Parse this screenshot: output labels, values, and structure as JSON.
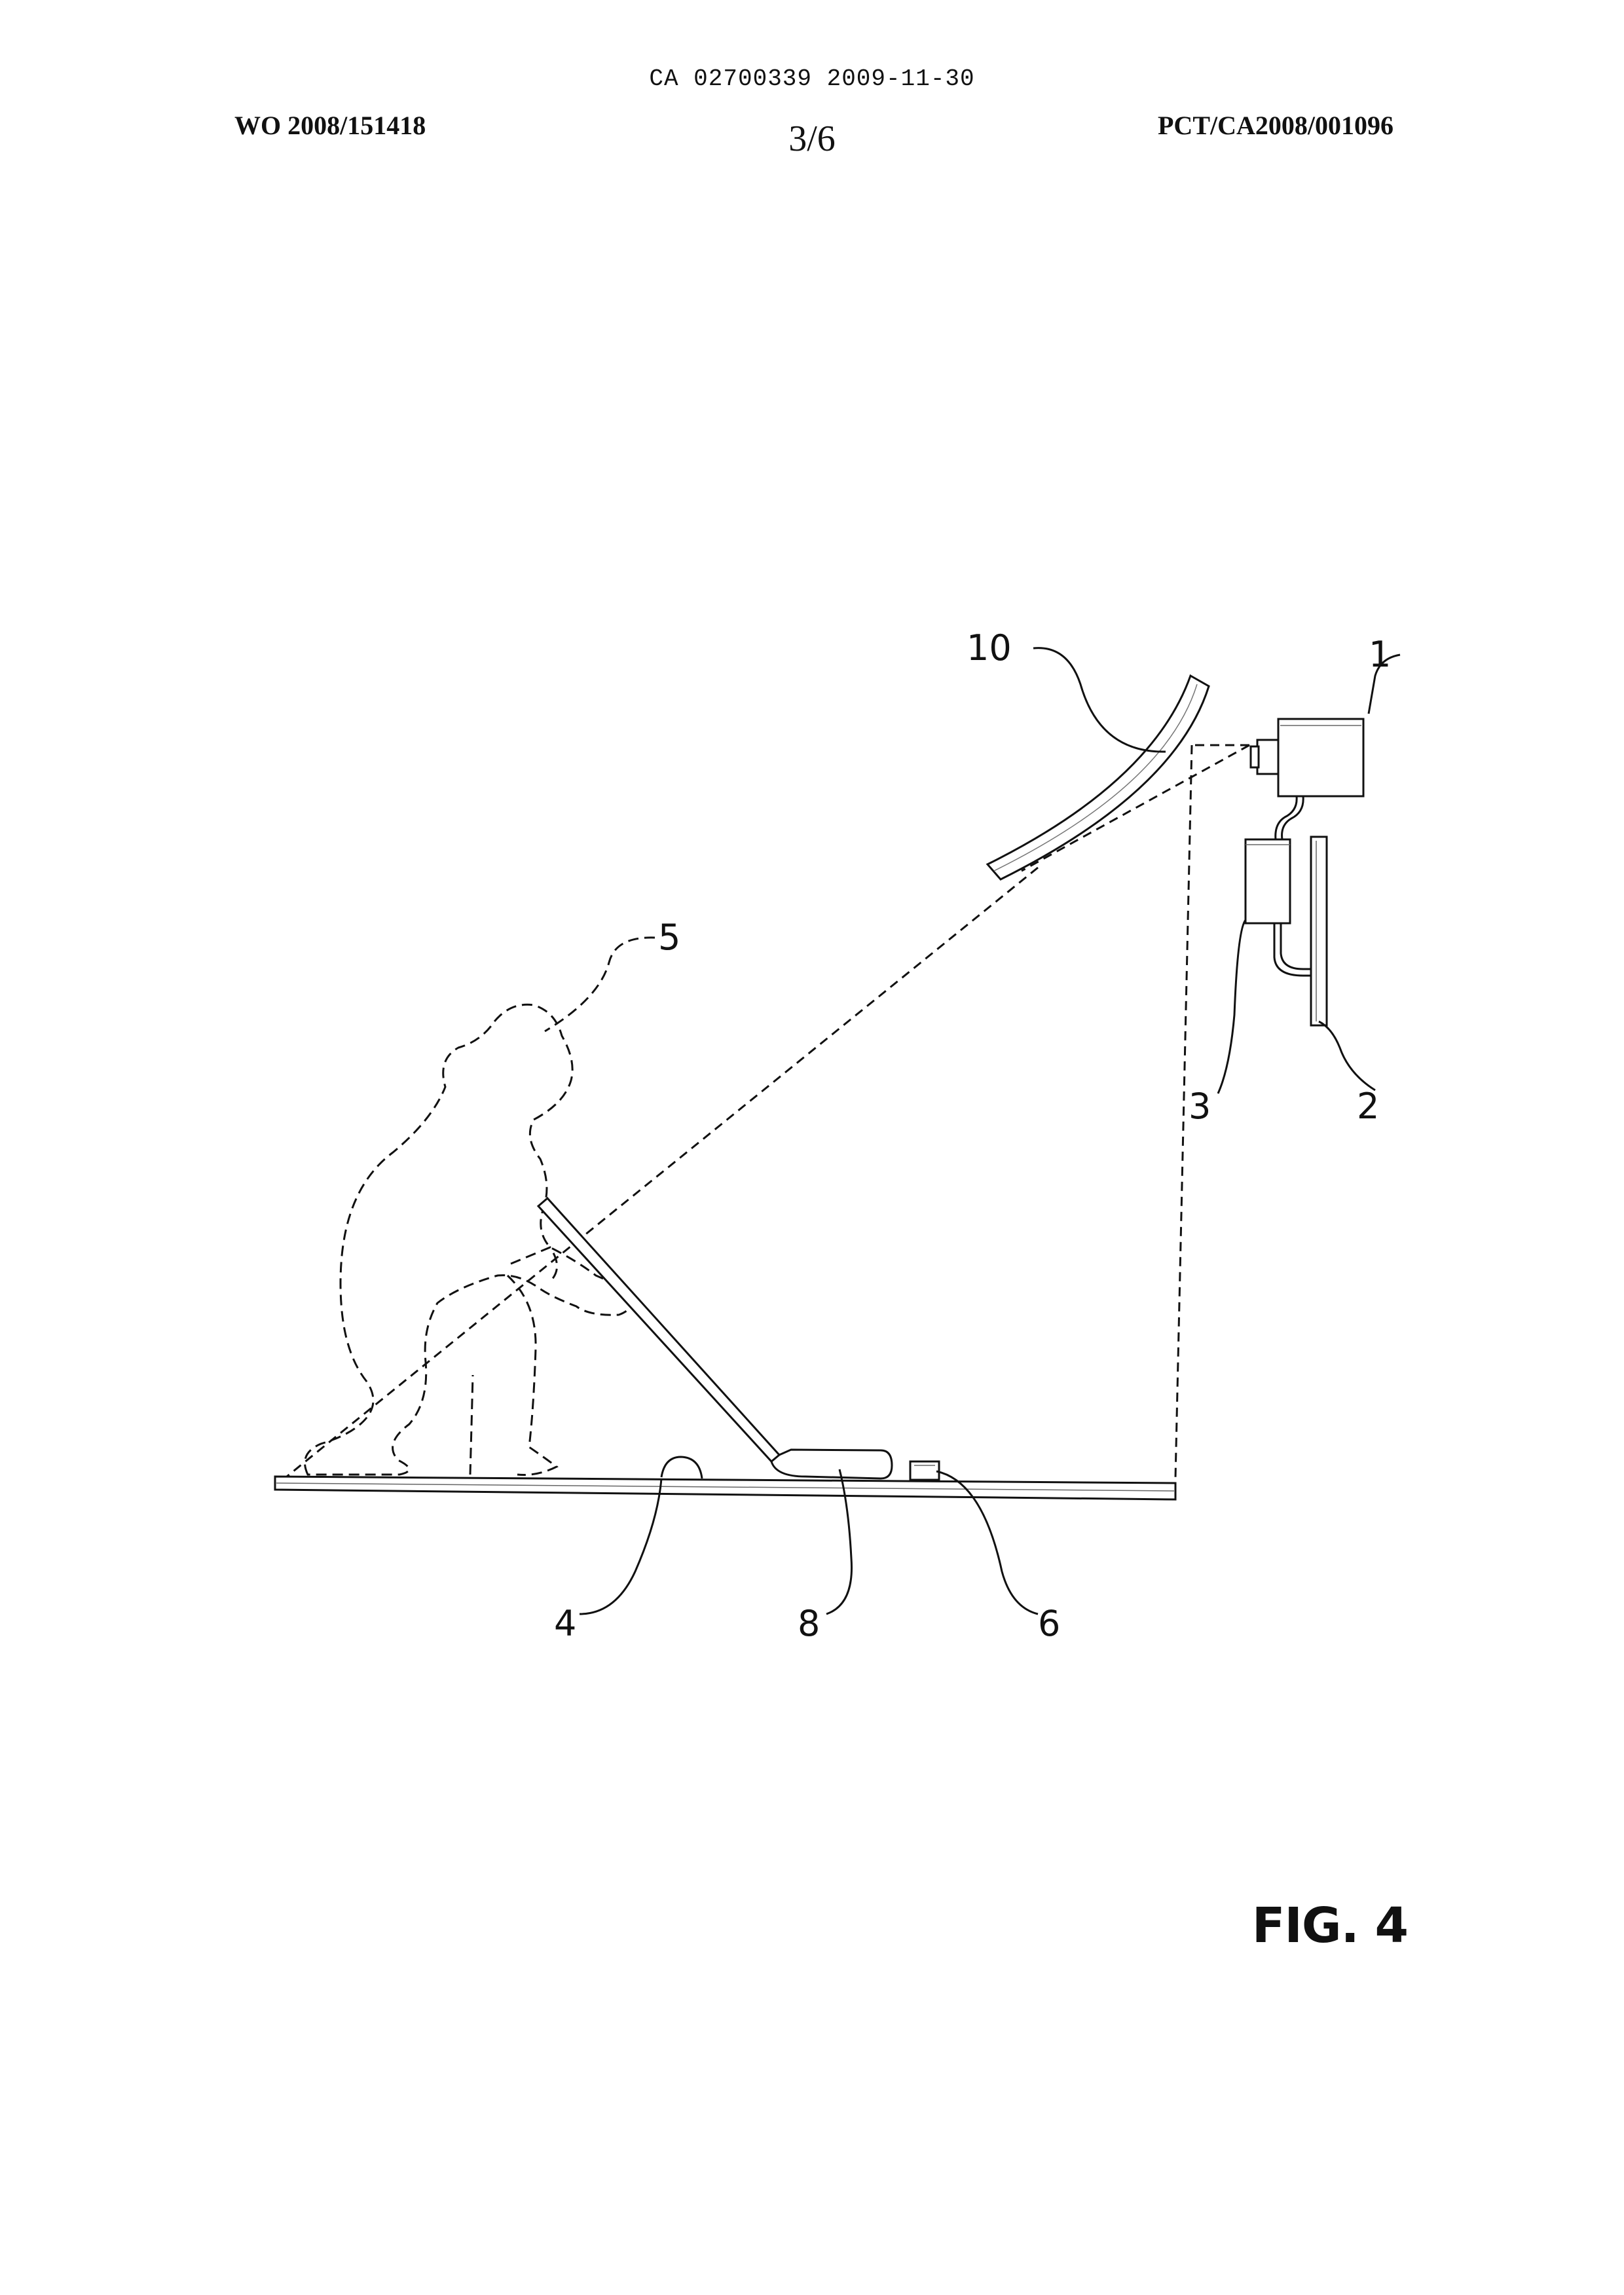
{
  "header": {
    "ca_number": "CA 02700339 2009-11-30",
    "wo_number": "WO 2008/151418",
    "sheet": "3/6",
    "pct_number": "PCT/CA2008/001096"
  },
  "figure": {
    "label": "FIG. 4",
    "reference_numerals": {
      "r1": "1",
      "r2": "2",
      "r3": "3",
      "r4": "4",
      "r5": "5",
      "r6": "6",
      "r8": "8",
      "r10": "10"
    }
  }
}
